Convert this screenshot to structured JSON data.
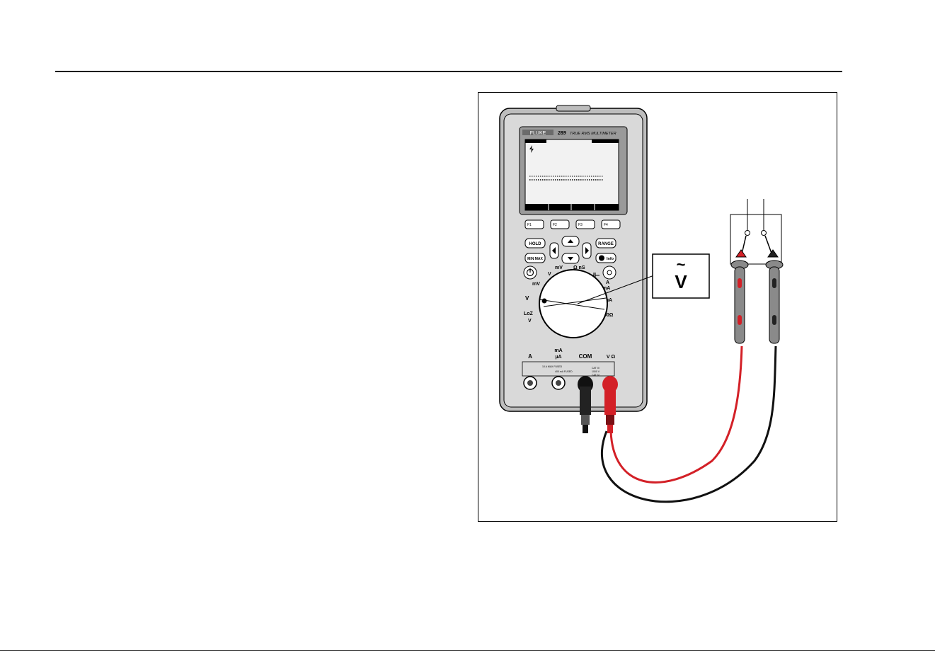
{
  "meter": {
    "brand": "FLUKE",
    "model": "289",
    "model_desc": "TRUE RMS MULTIMETER",
    "softkeys": [
      "F1",
      "F2",
      "F3",
      "F4"
    ],
    "hold": "HOLD",
    "range": "RANGE",
    "minmax": "MIN MAX",
    "info": "Info",
    "dial": {
      "mv_dc_top": "mV",
      "v_dc": "V",
      "ohm_ns": "Ω nS",
      "mv_ac": "mV",
      "v_ac": "V",
      "loz": "LoZ",
      "loz_v": "V",
      "a_ma": "mA",
      "a_label": "A",
      "ua": "µA",
      "fifty_ohm": "50Ω"
    },
    "jacks": {
      "a": "A",
      "ma": "mA",
      "ua": "µA",
      "com": "COM",
      "vohm": "V Ω",
      "fuse_a": "10 A MAX FUSED",
      "fuse_ma": "400 mA FUSED",
      "cat1": "CAT III",
      "cat1v": "1000 V",
      "cat2": "CAT IV",
      "cat2v": "600 V"
    }
  },
  "callout": {
    "symbol": "~",
    "label": "V"
  },
  "colors": {
    "red_lead": "#d32027",
    "black_lead": "#111111",
    "probe_gray": "#8a8a8a",
    "meter_body": "#cfcfcf",
    "lcd_bg": "#f2f2f2"
  }
}
